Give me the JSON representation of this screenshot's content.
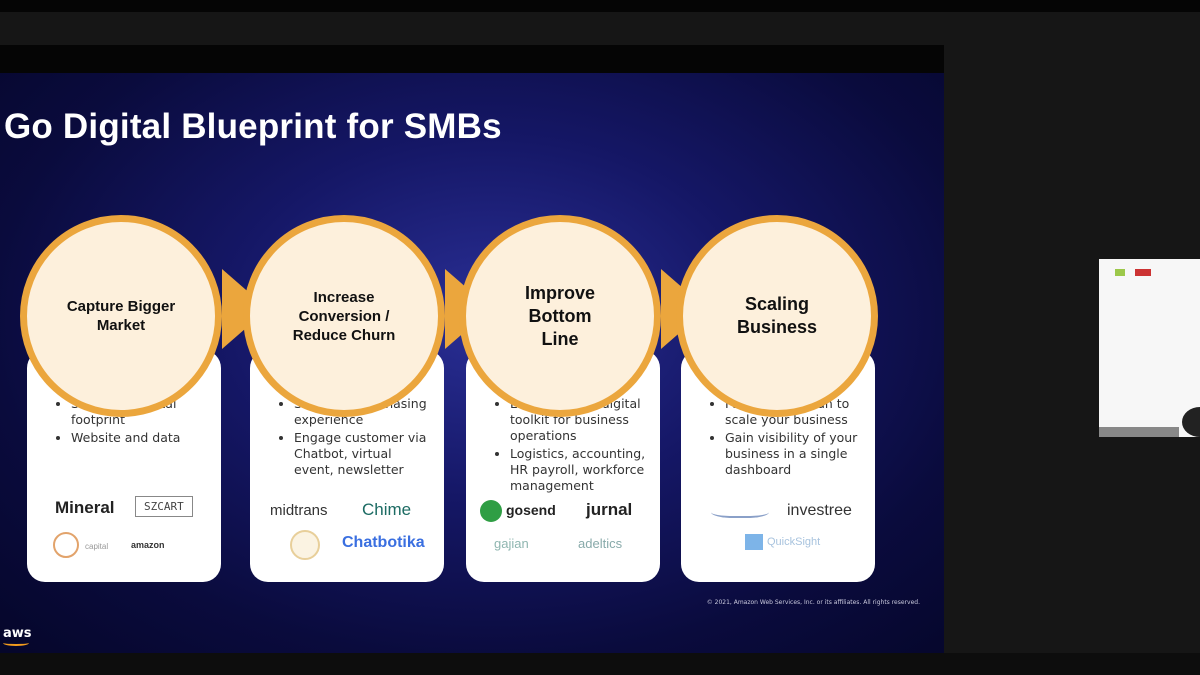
{
  "slide": {
    "title": "Go Digital Blueprint for SMBs",
    "footer_brand": "aws",
    "copyright": "© 2021, Amazon Web Services, Inc. or its affiliates. All rights reserved."
  },
  "colors": {
    "accent": "#eba63d",
    "circle_fill": "#fdf0dc",
    "background": "#10126b"
  },
  "stages": [
    {
      "title": "Capture Bigger Market",
      "bullets": [
        "Start your digital footprint",
        "Website and data"
      ],
      "logos": [
        "Mineral",
        "SZCART",
        "capital",
        "amazon"
      ]
    },
    {
      "title": "Increase Conversion / Reduce Churn",
      "bullets": [
        "Seamless purchasing experience",
        "Engage customer via Chatbot, virtual event, newsletter"
      ],
      "logos": [
        "midtrans",
        "Chime",
        "Chatbotika"
      ]
    },
    {
      "title": "Improve Bottom Line",
      "bullets": [
        "Leverage new digital toolkit for business operations",
        "Logistics, accounting, HR payroll, workforce management"
      ],
      "logos": [
        "gosend",
        "jurnal",
        "gajian",
        "adeltics"
      ]
    },
    {
      "title": "Scaling Business",
      "bullets": [
        "Funding and loan to scale your business",
        "Gain visibility of your business in a single dashboard"
      ],
      "logos": [
        "investree",
        "QuickSight"
      ]
    }
  ]
}
